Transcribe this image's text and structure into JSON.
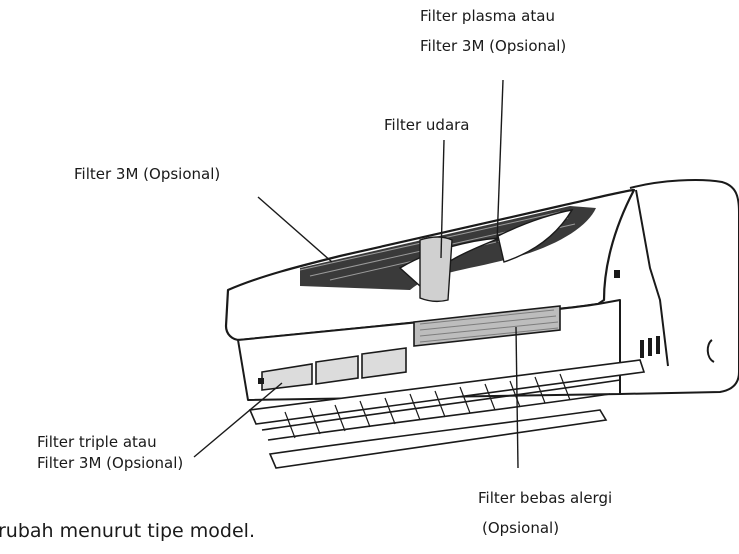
{
  "labels": {
    "plasma_line1": "Filter plasma atau",
    "plasma_line2": "Filter 3M (Opsional)",
    "filter_udara": "Filter udara",
    "filter_3m": "Filter 3M (Opsional)",
    "triple_line1": "Filter triple atau",
    "triple_line2": "Filter 3M (Opsional)",
    "alergi_line1": "Filter bebas alergi",
    "alergi_line2": "(Opsional)"
  },
  "caption": "rubah menurut tipe model."
}
